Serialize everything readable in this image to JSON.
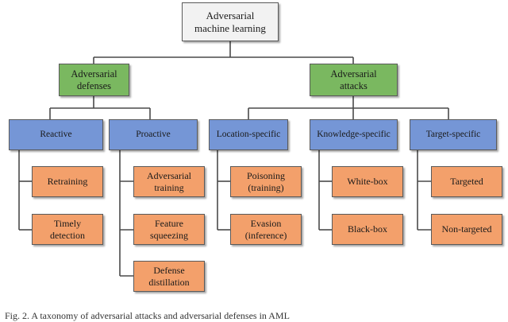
{
  "root": {
    "label": "Adversarial\nmachine learning"
  },
  "categories": [
    {
      "label": "Adversarial\ndefenses"
    },
    {
      "label": "Adversarial\nattacks"
    }
  ],
  "types": [
    {
      "label": "Reactive"
    },
    {
      "label": "Proactive"
    },
    {
      "label": "Location-specific"
    },
    {
      "label": "Knowledge-specific"
    },
    {
      "label": "Target-specific"
    }
  ],
  "methods": {
    "reactive": [
      {
        "label": "Retraining"
      },
      {
        "label": "Timely\ndetection"
      }
    ],
    "proactive": [
      {
        "label": "Adversarial\ntraining"
      },
      {
        "label": "Feature\nsqueezing"
      },
      {
        "label": "Defense\ndistillation"
      }
    ],
    "location": [
      {
        "label": "Poisoning\n(training)"
      },
      {
        "label": "Evasion\n(inference)"
      }
    ],
    "knowledge": [
      {
        "label": "White-box"
      },
      {
        "label": "Black-box"
      }
    ],
    "target": [
      {
        "label": "Targeted"
      },
      {
        "label": "Non-targeted"
      }
    ]
  },
  "colors": {
    "root": "#f2f2f2",
    "category": "#7ab860",
    "type": "#7596d6",
    "method": "#f3a06b",
    "line": "#4a4a4a"
  },
  "caption": "Fig. 2.  A taxonomy of adversarial attacks and adversarial defenses in AML"
}
